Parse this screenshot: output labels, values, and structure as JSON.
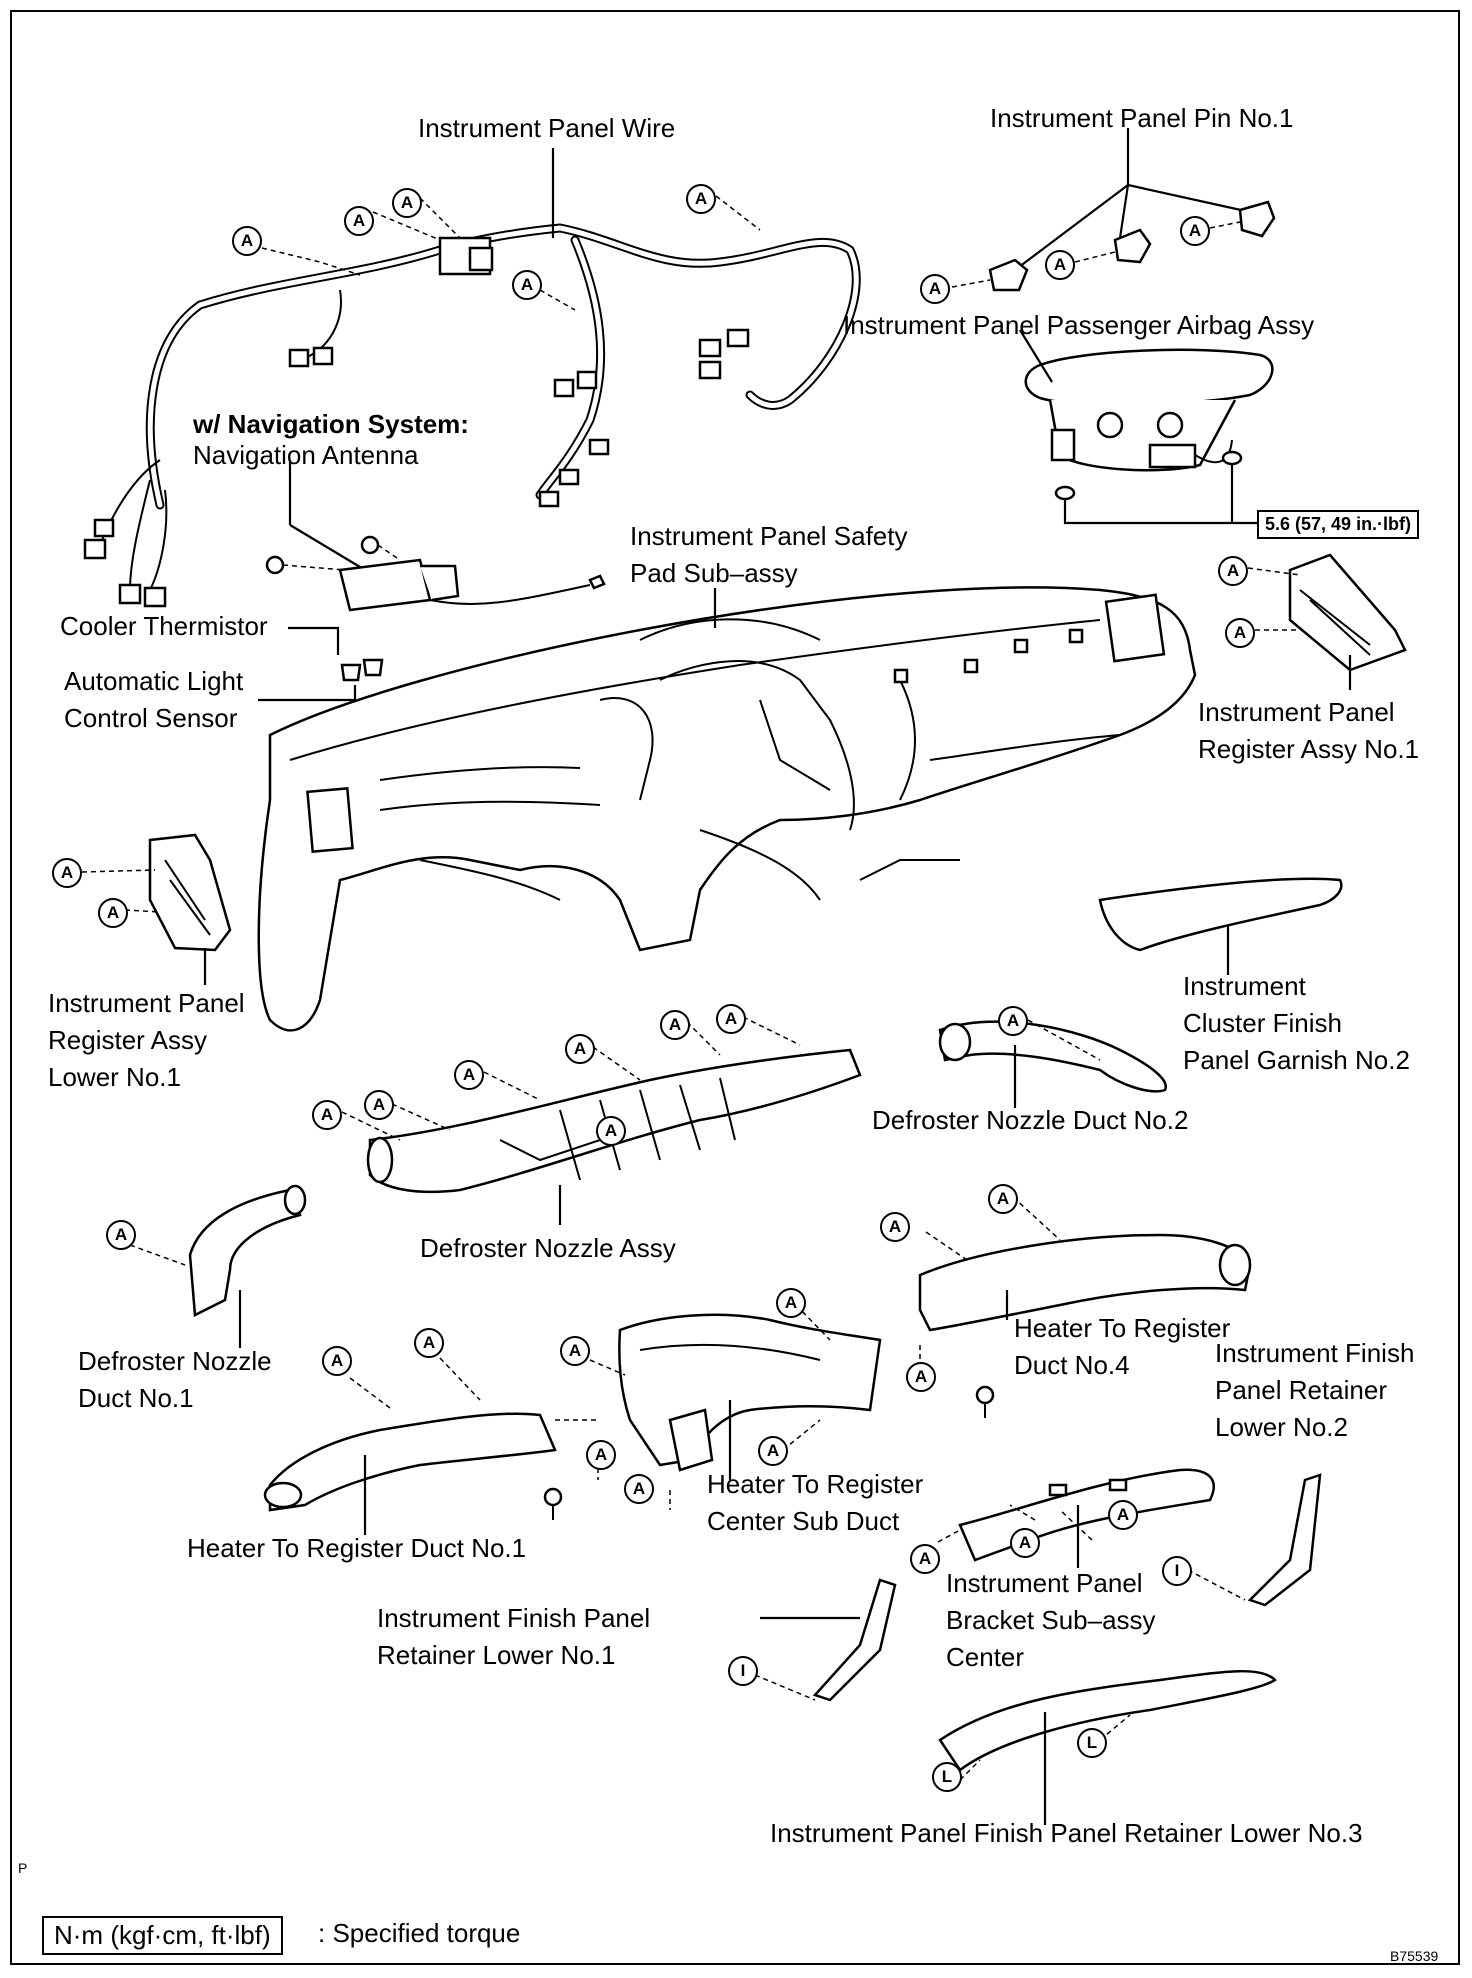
{
  "labels": {
    "instrument_panel_wire": "Instrument Panel Wire",
    "instrument_panel_pin_no1": "Instrument Panel Pin No.1",
    "passenger_airbag": "Instrument Panel Passenger Airbag Assy",
    "nav_title": "w/ Navigation System:",
    "nav_antenna": "Navigation Antenna",
    "safety_pad": [
      "Instrument Panel Safety",
      "Pad Sub–assy"
    ],
    "cooler_thermistor": "Cooler Thermistor",
    "auto_light_sensor": [
      "Automatic Light",
      "Control Sensor"
    ],
    "register_no1": [
      "Instrument  Panel",
      "Register Assy No.1"
    ],
    "register_lower_no1": [
      "Instrument Panel",
      "Register Assy",
      "Lower No.1"
    ],
    "cluster_finish_garnish": [
      "Instrument",
      "Cluster Finish",
      "Panel Garnish No.2"
    ],
    "defroster_duct_no2": "Defroster Nozzle Duct No.2",
    "defroster_nozzle_assy": "Defroster Nozzle Assy",
    "defroster_duct_no1": [
      "Defroster Nozzle",
      "Duct No.1"
    ],
    "heater_duct_no4": [
      "Heater To Register",
      "Duct No.4"
    ],
    "finish_retainer_lower_no2": [
      "Instrument Finish",
      "Panel Retainer",
      "Lower No.2"
    ],
    "heater_center_sub_duct": [
      "Heater To Register",
      "Center Sub Duct"
    ],
    "heater_duct_no1": "Heater To Register Duct No.1",
    "bracket_center": [
      "Instrument Panel",
      "Bracket Sub–assy",
      "Center"
    ],
    "finish_retainer_lower_no1": [
      "Instrument Finish Panel",
      "Retainer Lower No.1"
    ],
    "finish_retainer_lower_no3": "Instrument Panel Finish Panel Retainer Lower No.3"
  },
  "torque": "5.6 (57, 49 in.·lbf)",
  "legend": {
    "box": "N·m (kgf·cm, ft·lbf)",
    "text": ": Specified torque"
  },
  "corner_letter": "P",
  "figure_id": "B75539",
  "markers": {
    "a": "A",
    "i": "I",
    "l": "L"
  }
}
